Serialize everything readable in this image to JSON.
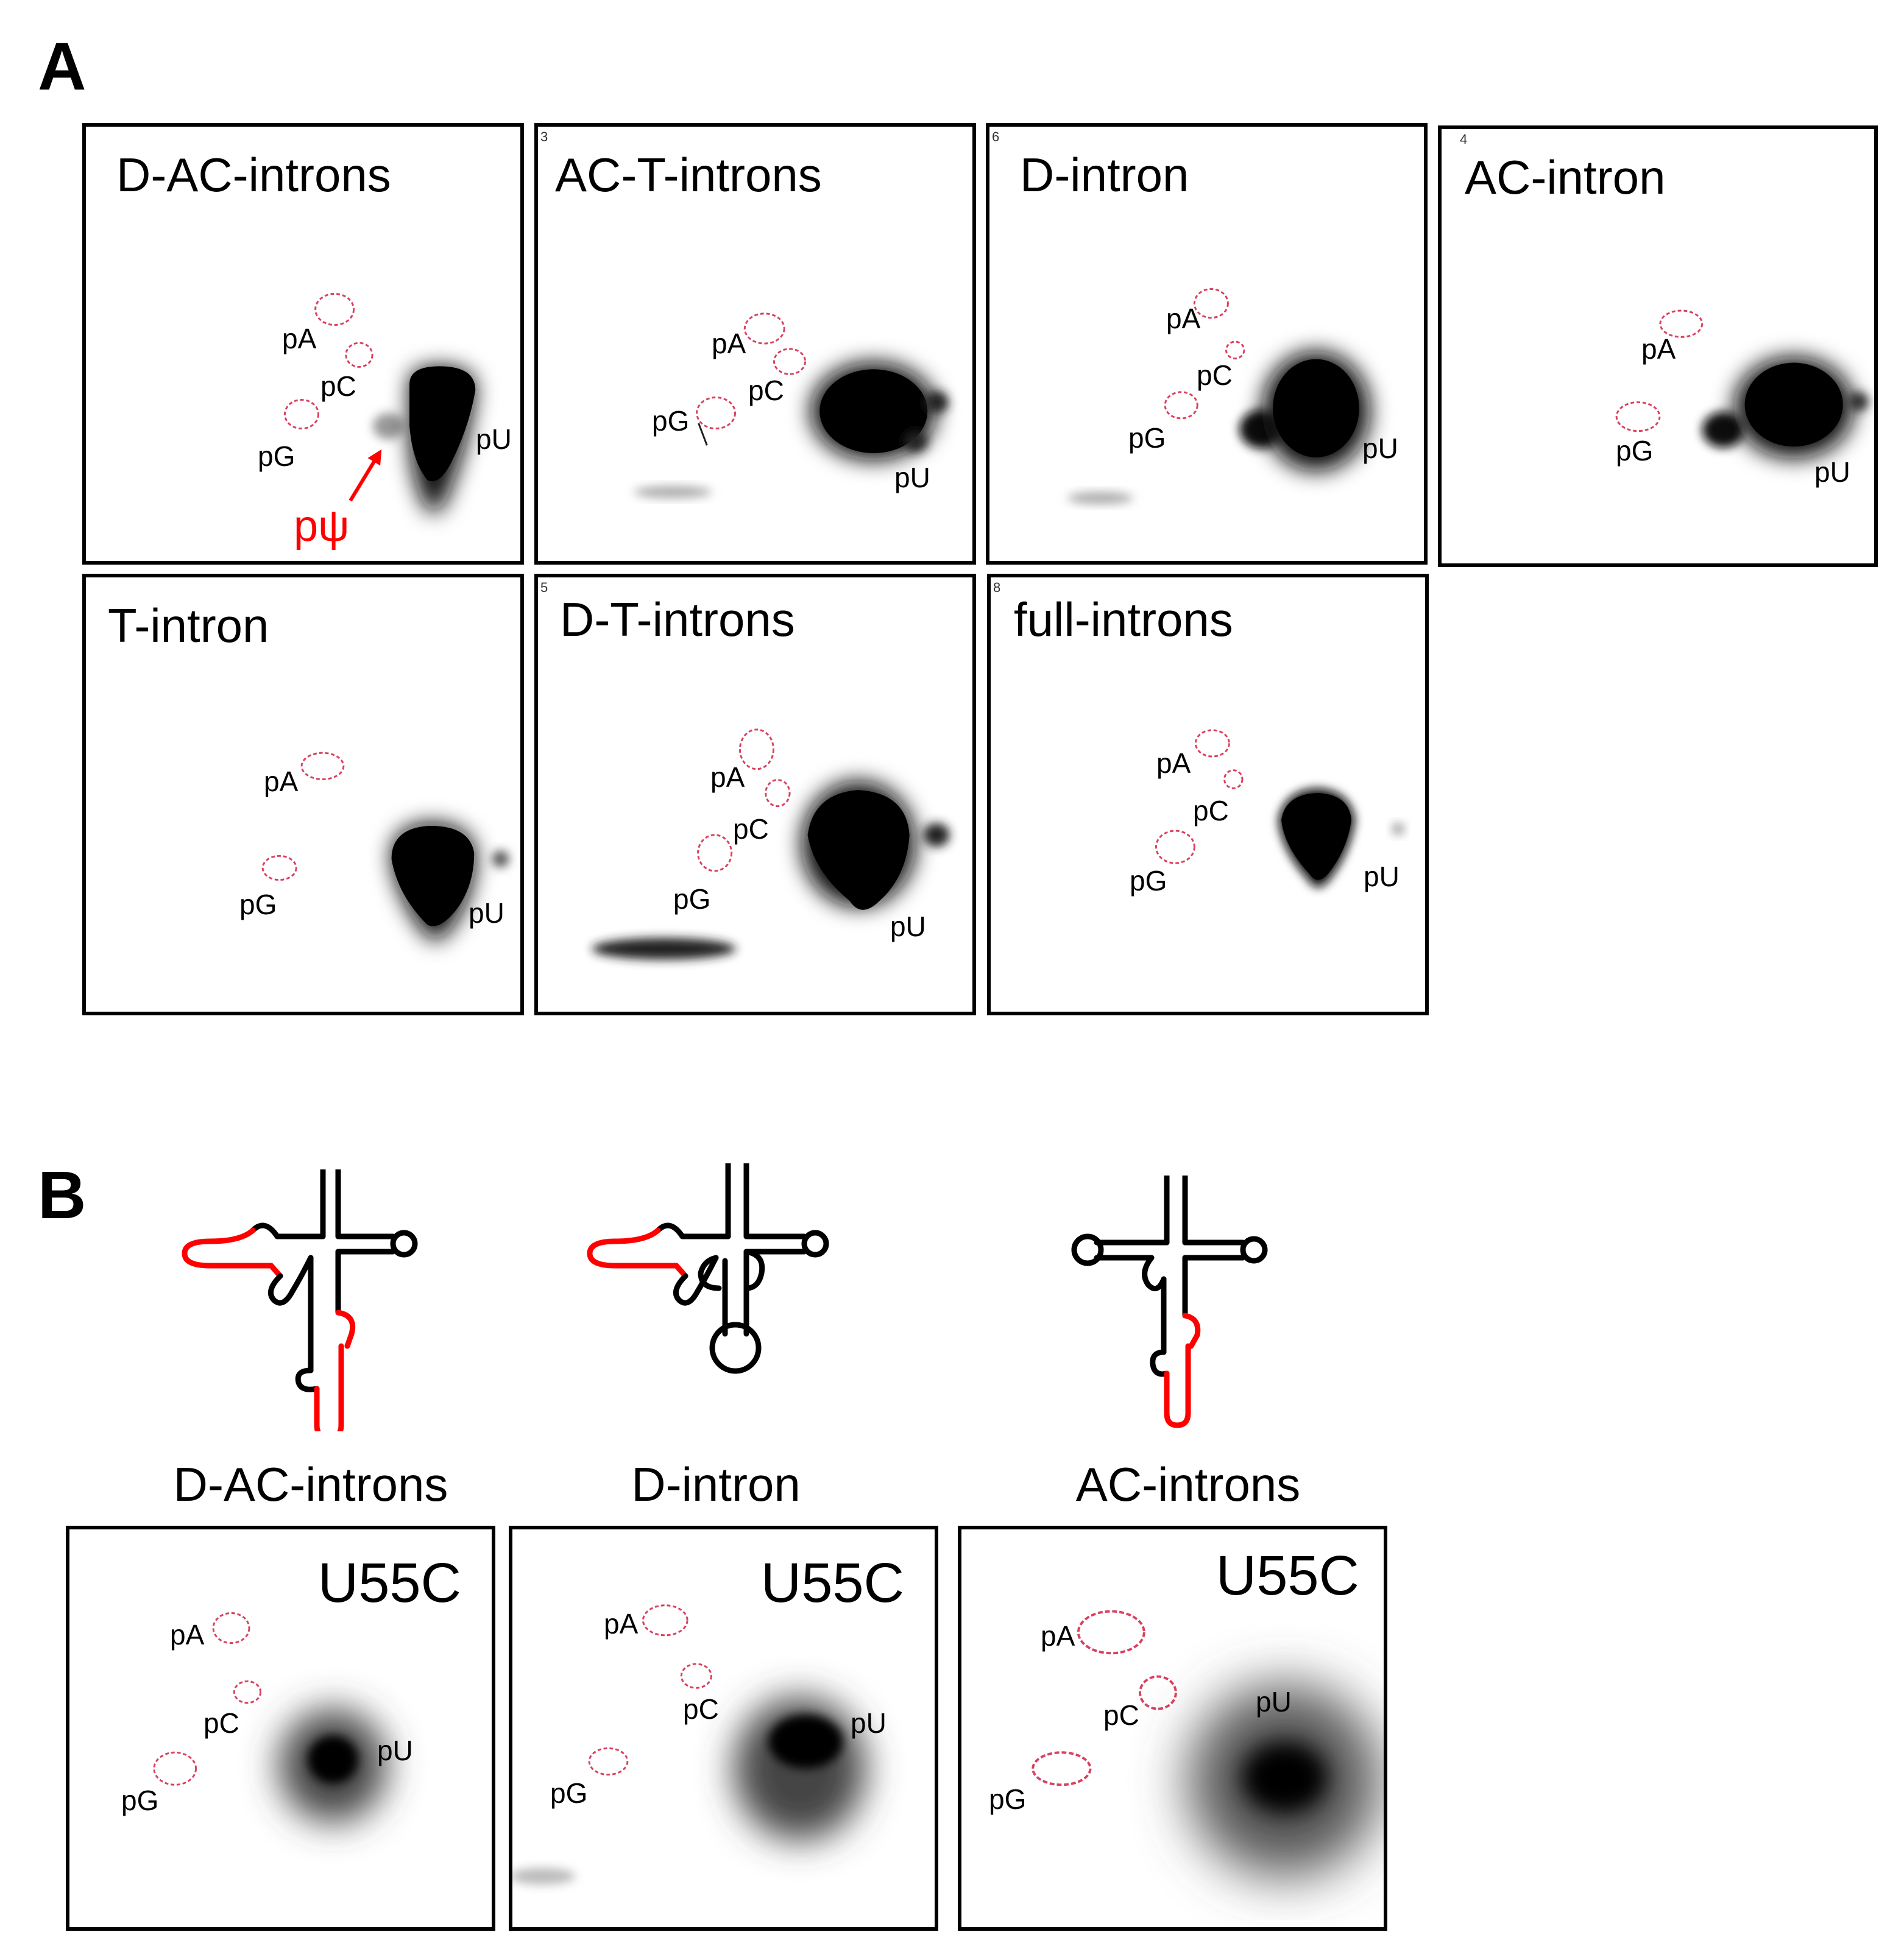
{
  "figure": {
    "panel_a_letter": "A",
    "panel_b_letter": "B",
    "psi_label": "pψ",
    "colors": {
      "marker_ring": "#d9415f",
      "accent_red": "#ff0000",
      "spot": "#1a1a1a"
    }
  },
  "panel_a": [
    {
      "title": "D-AC-introns",
      "tick": "",
      "pA": "pA",
      "pC": "pC",
      "pG": "pG",
      "pU": "pU",
      "arrow": true
    },
    {
      "title": "AC-T-introns",
      "tick": "3",
      "pA": "pA",
      "pC": "pC",
      "pG": "pG",
      "pU": "pU",
      "arrow": false
    },
    {
      "title": "D-intron",
      "tick": "6",
      "pA": "pA",
      "pC": "pC",
      "pG": "pG",
      "pU": "pU",
      "arrow": true
    },
    {
      "title": "AC-intron",
      "tick": "4",
      "pA": "pA",
      "pG": "pG",
      "pU": "pU",
      "arrow": true
    },
    {
      "title": "T-intron",
      "tick": "",
      "pA": "pA",
      "pG": "pG",
      "pU": "pU",
      "arrow": false
    },
    {
      "title": "D-T-introns",
      "tick": "5",
      "pA": "pA",
      "pC": "pC",
      "pG": "pG",
      "pU": "pU",
      "arrow": false
    },
    {
      "title": "full-introns",
      "tick": "8",
      "pA": "pA",
      "pC": "pC",
      "pG": "pG",
      "pU": "pU",
      "arrow": false
    }
  ],
  "panel_b": {
    "structures": [
      {
        "label": "D-AC-introns"
      },
      {
        "label": "D-intron"
      },
      {
        "label": "AC-introns"
      }
    ],
    "tlc": [
      {
        "title": "U55C",
        "pA": "pA",
        "pC": "pC",
        "pG": "pG",
        "pU": "pU"
      },
      {
        "title": "U55C",
        "pA": "pA",
        "pC": "pC",
        "pG": "pG",
        "pU": "pU"
      },
      {
        "title": "U55C",
        "pA": "pA",
        "pC": "pC",
        "pG": "pG",
        "pU": "pU"
      }
    ]
  }
}
